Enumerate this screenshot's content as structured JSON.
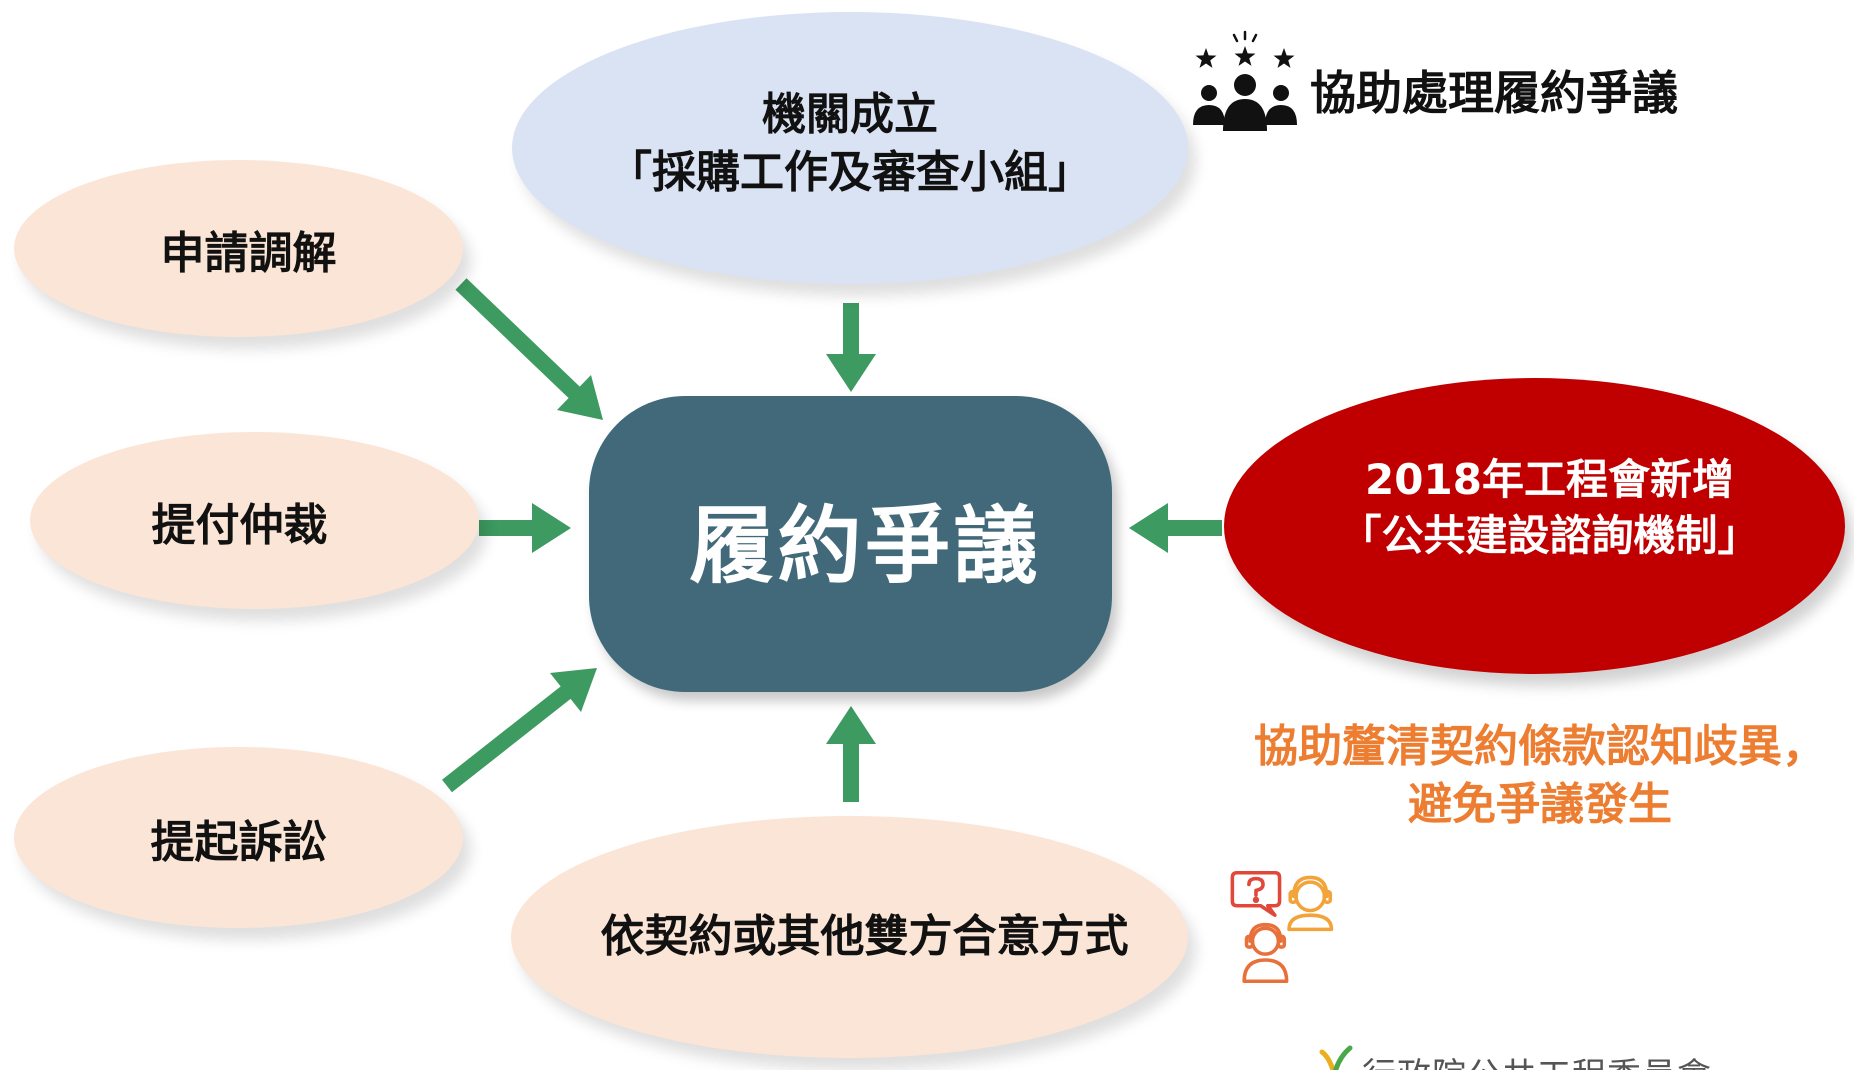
{
  "diagram": {
    "center": {
      "label": "履約爭議",
      "color": "#41697a"
    },
    "top_node": {
      "lines": [
        "機關成立",
        "「採購工作及審查小組」"
      ],
      "color": "#dae3f3"
    },
    "left_nodes": [
      {
        "label": "申請調解"
      },
      {
        "label": "提付仲裁"
      },
      {
        "label": "提起訴訟"
      }
    ],
    "bottom_node": {
      "label": "依契約或其他雙方合意方式"
    },
    "node_color": "#fbe5d6",
    "right_node": {
      "lines": [
        "2018年工程會新增",
        "「公共建設諮詢機制」"
      ],
      "color": "#c00000"
    },
    "right_note": {
      "lines": [
        "協助釐清契約條款認知歧異，",
        "避免爭議發生"
      ],
      "color": "#ed7d31"
    },
    "header_note": {
      "label": "協助處理履約爭議",
      "icon": "stars-people-icon"
    },
    "consult_icon": "consultation-icon",
    "arrow_color": "#3d9a60"
  },
  "logo": {
    "text": "行政院公共工程委員會",
    "icon": "agency-logo-icon"
  }
}
